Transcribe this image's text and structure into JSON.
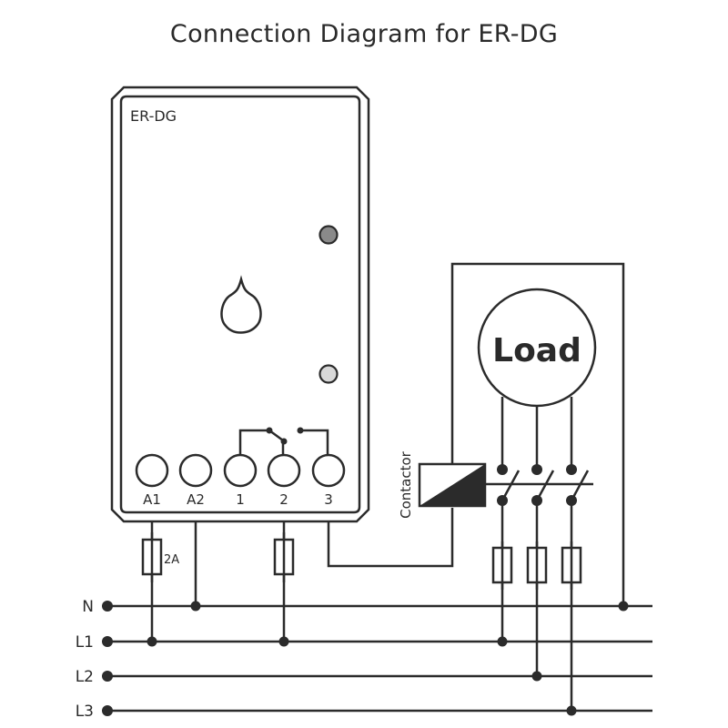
{
  "title": "Connection Diagram for ER-DG",
  "device": {
    "name": "ER-DG",
    "led_top_color": "#8a8a8a",
    "led_bottom_color": "#d8d8d8",
    "terminals": [
      "A1",
      "A2",
      "1",
      "2",
      "3"
    ]
  },
  "load": {
    "label": "Load"
  },
  "contactor": {
    "label": "Contactor"
  },
  "fuse_label": "2A",
  "bus_lines": [
    "N",
    "L1",
    "L2",
    "L3"
  ],
  "colors": {
    "line": "#2b2b2b",
    "text": "#2a2a2a",
    "background": "#ffffff"
  }
}
